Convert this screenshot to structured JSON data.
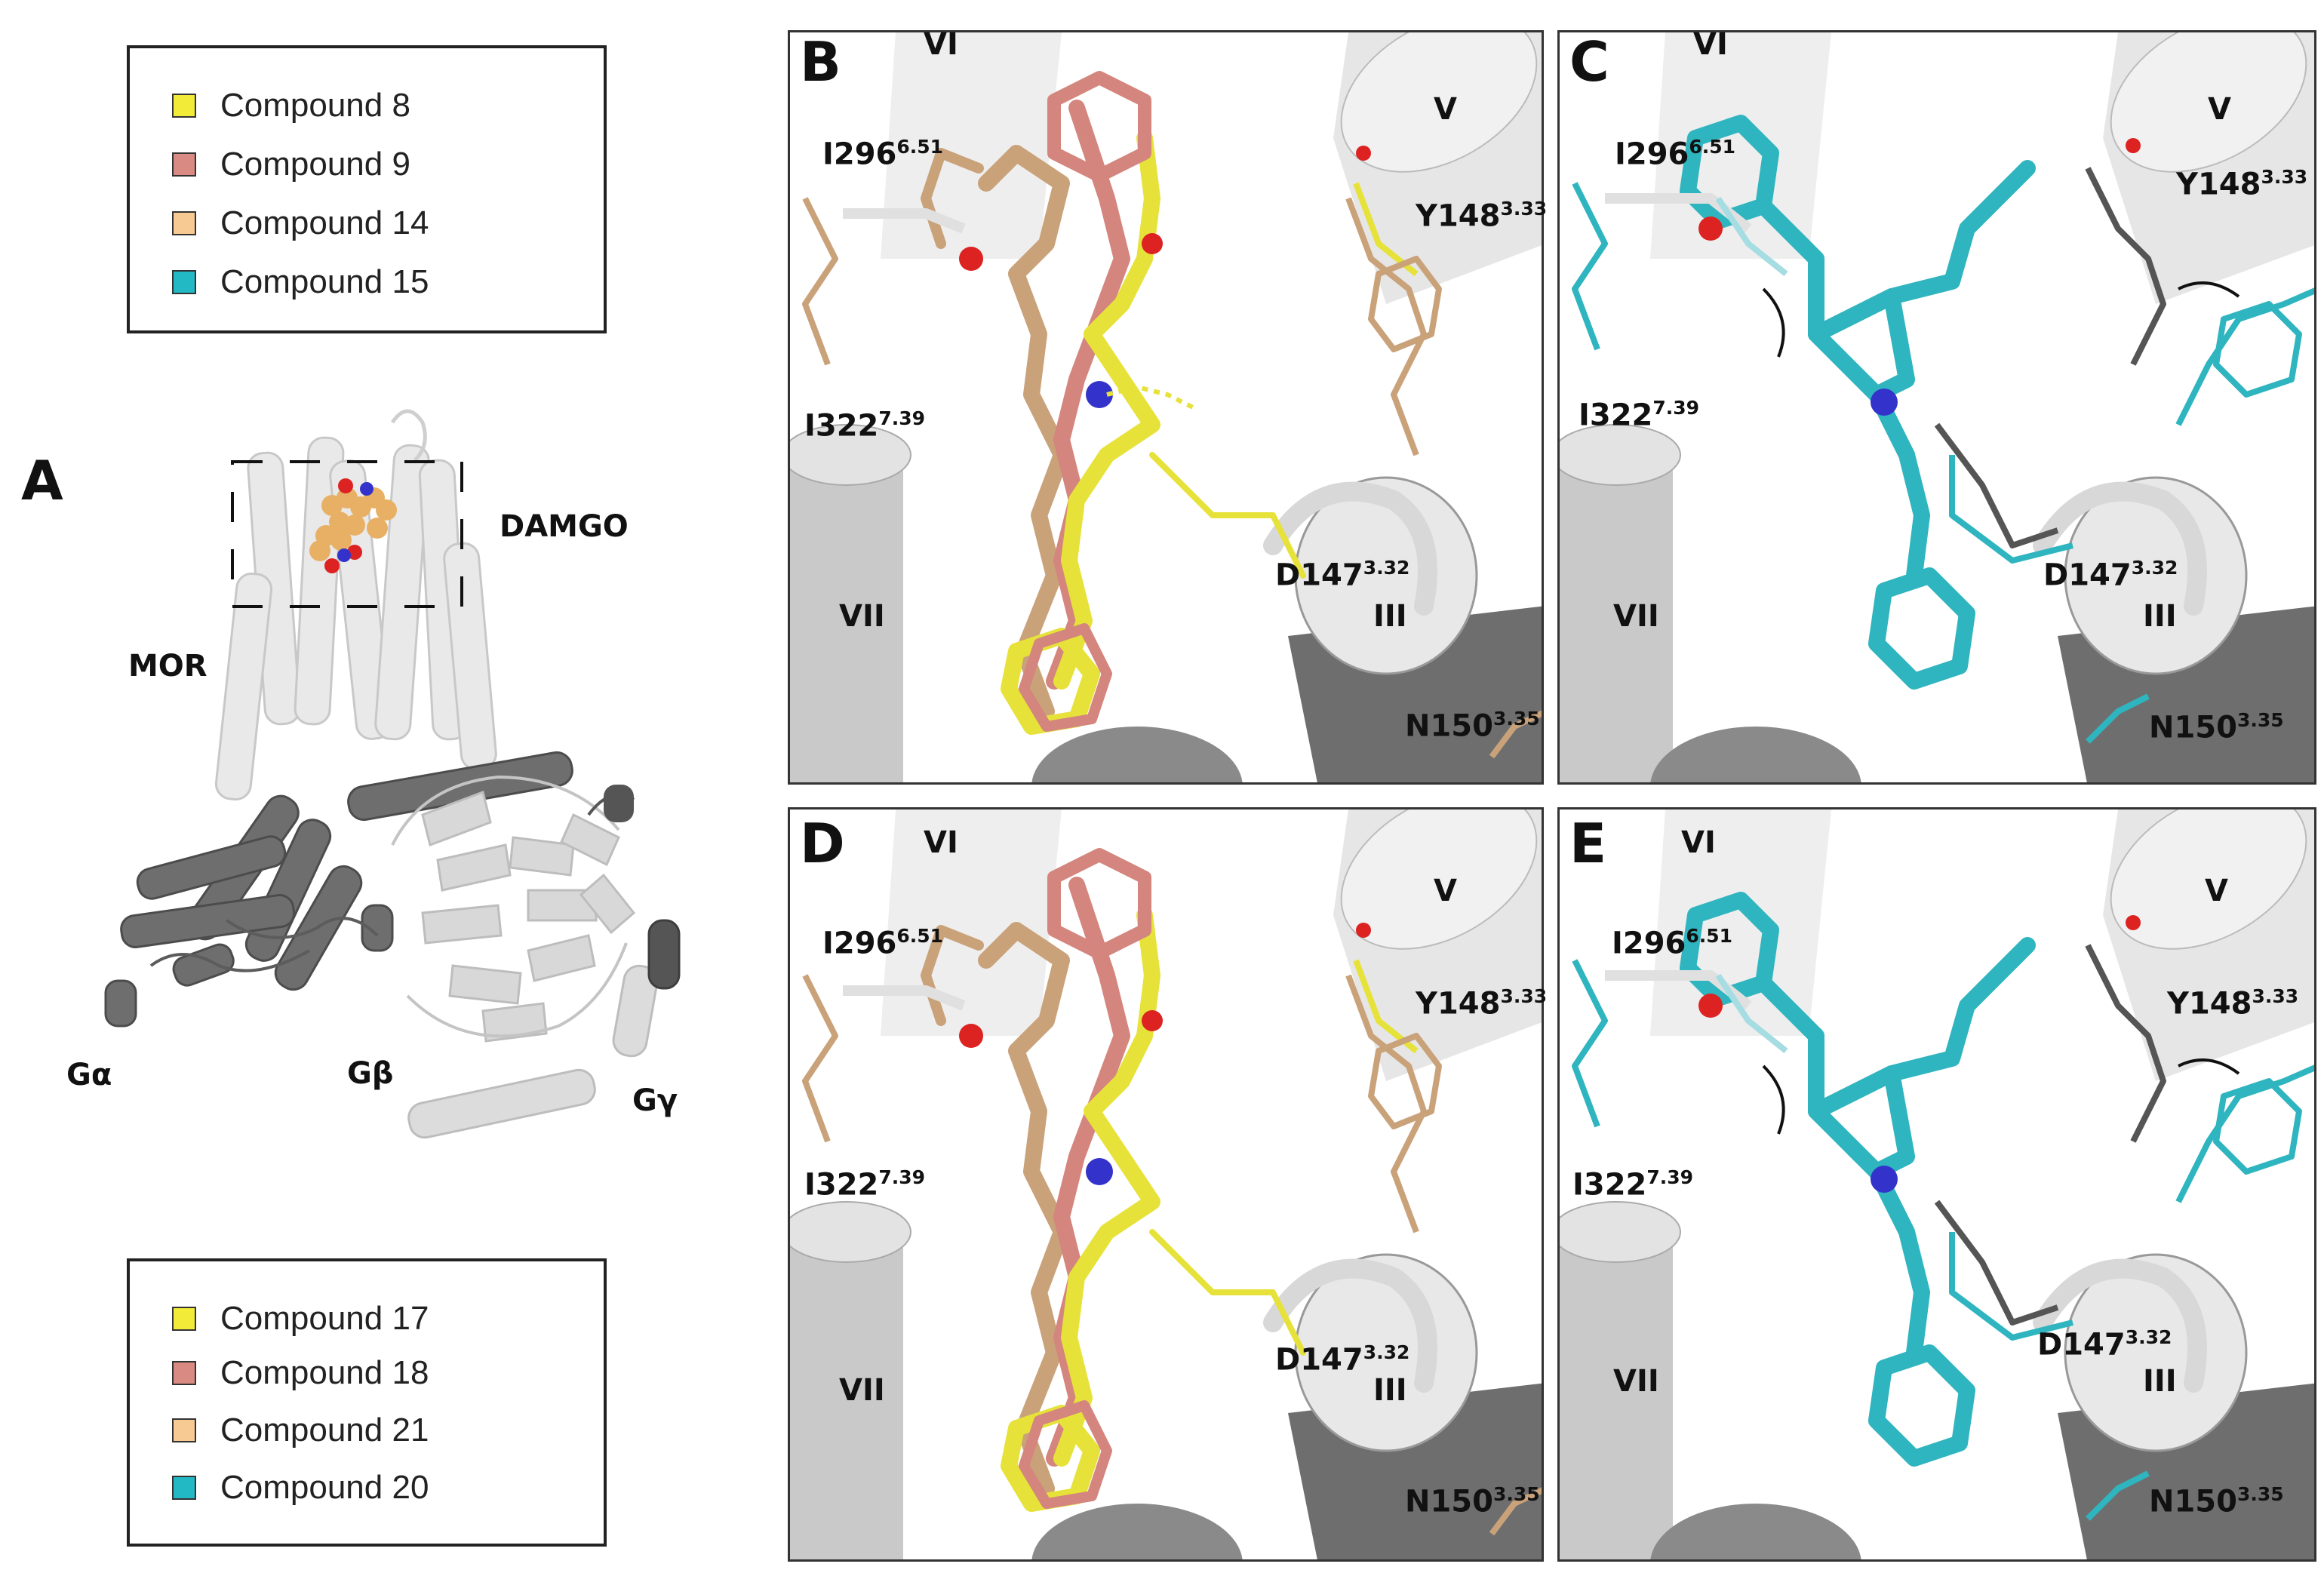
{
  "legend_top": {
    "items": [
      {
        "label": "Compound 8",
        "color": "#f2ec38"
      },
      {
        "label": "Compound 9",
        "color": "#d98a82"
      },
      {
        "label": "Compound 14",
        "color": "#f7c993"
      },
      {
        "label": "Compound 15",
        "color": "#22b8c4"
      }
    ]
  },
  "legend_bottom": {
    "items": [
      {
        "label": "Compound 17",
        "color": "#f2ec38"
      },
      {
        "label": "Compound 18",
        "color": "#d98a82"
      },
      {
        "label": "Compound 21",
        "color": "#f7c993"
      },
      {
        "label": "Compound 20",
        "color": "#22b8c4"
      }
    ]
  },
  "panel_a": {
    "letter": "A",
    "damgo": "DAMGO",
    "mor": "MOR",
    "g_alpha": "Gα",
    "g_beta": "Gβ",
    "g_gamma": "Gγ"
  },
  "panels": {
    "b": {
      "letter": "B"
    },
    "c": {
      "letter": "C"
    },
    "d": {
      "letter": "D"
    },
    "e": {
      "letter": "E"
    }
  },
  "helices": {
    "vi": "VI",
    "v": "V",
    "vii": "VII",
    "iii": "III"
  },
  "residues": {
    "i296": "I296",
    "i296_sup": "6.51",
    "y148": "Y148",
    "y148_sup": "3.33",
    "i322": "I322",
    "i322_sup": "7.39",
    "d147": "D147",
    "d147_sup": "3.32",
    "n150": "N150",
    "n150_sup": "3.35"
  },
  "colors": {
    "ligand_yellow": "#e6e23a",
    "ligand_pink": "#d4857d",
    "ligand_tan": "#c9a27a",
    "ligand_cyan": "#2fb5bf",
    "helix_light": "#e4e4e4",
    "helix_dark": "#7a7a7a",
    "protein_dark": "#6b6b6b",
    "protein_light": "#d6d6d6",
    "damgo": "#e8b064"
  }
}
